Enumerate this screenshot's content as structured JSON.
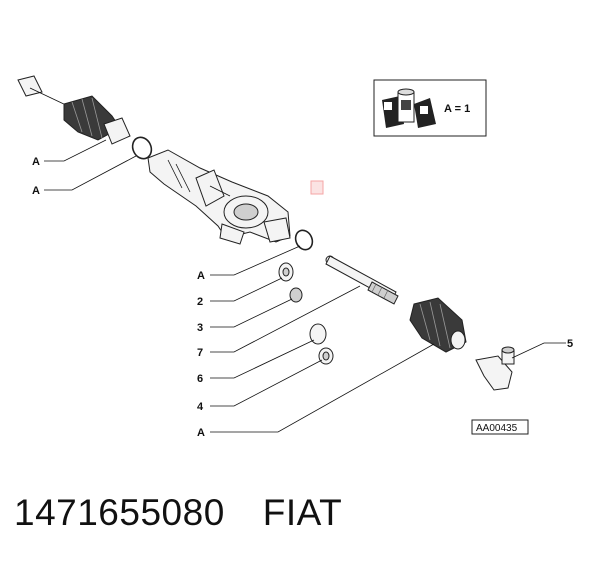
{
  "diagram": {
    "callouts": [
      "A",
      "A",
      "A",
      "2",
      "3",
      "7",
      "6",
      "4",
      "A",
      "5"
    ],
    "legend": {
      "symbol_label": "A",
      "quantity_text": "A = 1"
    },
    "reference_code": "AA00435",
    "marker_color": "#f4a6a6"
  },
  "caption": {
    "part_number": "1471655080",
    "brand": "FIAT"
  }
}
